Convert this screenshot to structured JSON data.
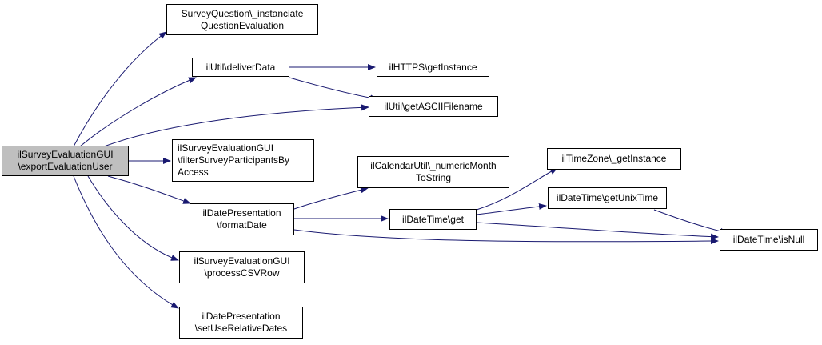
{
  "nodes": {
    "root": {
      "line1": "ilSurveyEvaluationGUI",
      "line2": "\\exportEvaluationUser"
    },
    "sq_instanciate": {
      "line1": "SurveyQuestion\\_instanciate",
      "line2": "QuestionEvaluation"
    },
    "util_deliver": {
      "line1": "ilUtil\\deliverData"
    },
    "https_getinstance": {
      "line1": "ilHTTPS\\getInstance"
    },
    "util_ascii": {
      "line1": "ilUtil\\getASCIIFilename"
    },
    "filter_participants": {
      "line1": "ilSurveyEvaluationGUI",
      "line2": "\\filterSurveyParticipantsBy",
      "line3": "Access"
    },
    "calendar_numeric": {
      "line1": "ilCalendarUtil\\_numericMonth",
      "line2": "ToString"
    },
    "timezone_getinstance": {
      "line1": "ilTimeZone\\_getInstance"
    },
    "date_formatdate": {
      "line1": "ilDatePresentation",
      "line2": "\\formatDate"
    },
    "datetime_get": {
      "line1": "ilDateTime\\get"
    },
    "datetime_unixtime": {
      "line1": "ilDateTime\\getUnixTime"
    },
    "datetime_isnull": {
      "line1": "ilDateTime\\isNull"
    },
    "process_csv": {
      "line1": "ilSurveyEvaluationGUI",
      "line2": "\\processCSVRow"
    },
    "set_relative": {
      "line1": "ilDatePresentation",
      "line2": "\\setUseRelativeDates"
    }
  },
  "colors": {
    "edge": "#191970",
    "root_fill": "#bfbfbf",
    "node_border": "#000000"
  }
}
